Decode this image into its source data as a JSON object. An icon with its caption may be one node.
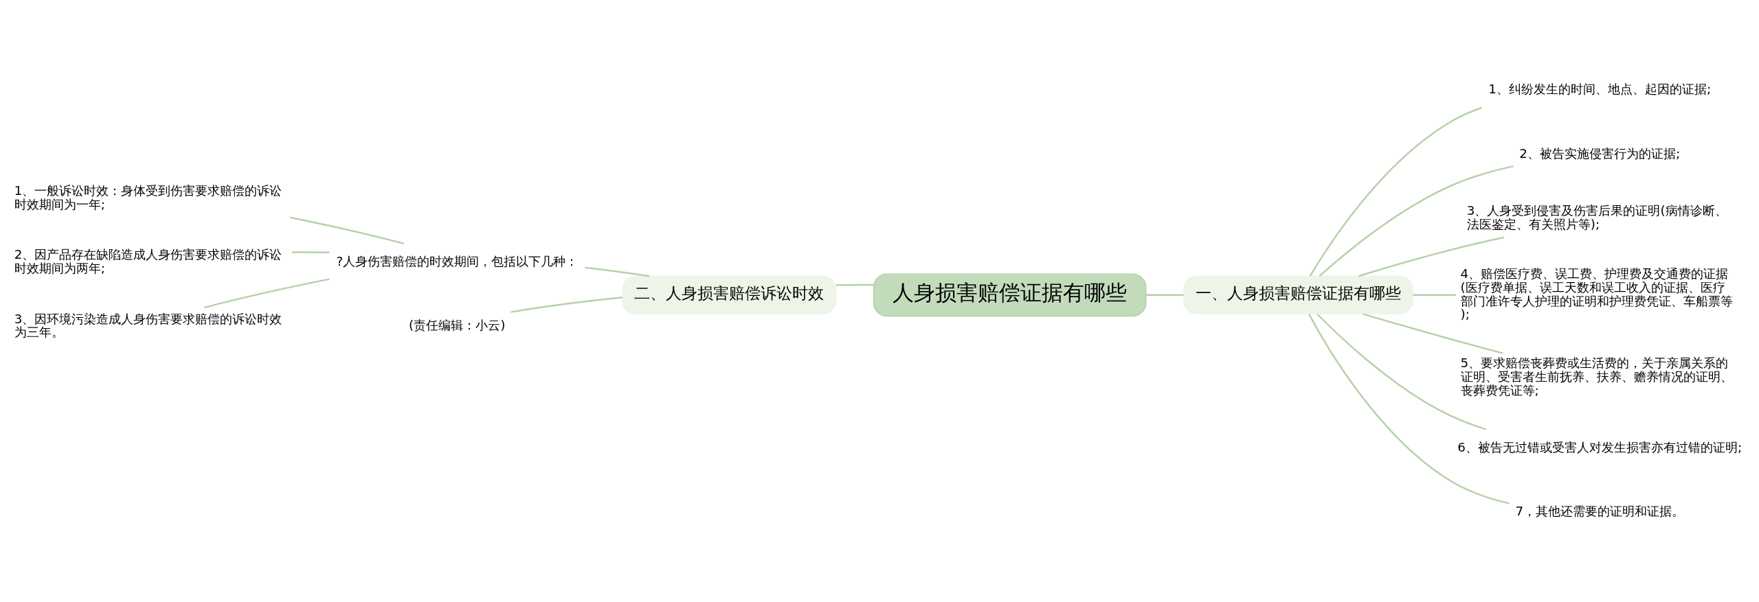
{
  "diagram": {
    "nodes": [
      {
        "text": [
          "人身损害赔偿证据有哪些"
        ]
      },
      {
        "text": [
          "一、人身损害赔偿证据有哪些"
        ]
      },
      {
        "text": [
          "1、纠纷发生的时间、地点、起因的证据;"
        ]
      },
      {
        "text": [
          "2、被告实施侵害行为的证据;"
        ]
      },
      {
        "text": [
          "3、人身受到侵害及伤害后果的证明(病情诊断、法医鉴定、有关照片等);"
        ]
      },
      {
        "text": [
          "4、赔偿医疗费、误工费、护理费及交通费的证据(医疗费单据、误工天数和误工收入的证据、医疗部门准许专人护理的证明和护理费凭证、车船票等);"
        ]
      },
      {
        "text": [
          "5、要求赔偿丧葬费或生活费的，关于亲属关系的证明、受害者生前抚养、扶养、赡养情况的证明、丧葬费凭证等;"
        ]
      },
      {
        "text": [
          "6、被告无过错或受害人对发生损害亦有过错的证明;"
        ]
      },
      {
        "text": [
          "7，其他还需要的证明和证据。"
        ]
      },
      {
        "text": [
          "二、人身损害赔偿诉讼时效"
        ]
      },
      {
        "text": [
          "?人身伤害赔偿的时效期间，包括以下几种："
        ]
      },
      {
        "text": [
          "1、一般诉讼时效：身体受到伤害要求赔偿的诉讼时效期间为一年;"
        ]
      },
      {
        "text": [
          "2、因产品存在缺陷造成人身伤害要求赔偿的诉讼时效期间为两年;"
        ]
      },
      {
        "text": [
          "3、因环境污染造成人身伤害要求赔偿的诉讼时效为三年。"
        ]
      },
      {
        "text": [
          "(责任编辑：小云)"
        ]
      }
    ],
    "edges": [
      {
        "from": 0,
        "to": 1,
        "arrow": "none"
      },
      {
        "from": 1,
        "to": 2,
        "arrow": "none"
      },
      {
        "from": 1,
        "to": 3,
        "arrow": "none"
      },
      {
        "from": 1,
        "to": 4,
        "arrow": "none"
      },
      {
        "from": 1,
        "to": 5,
        "arrow": "none"
      },
      {
        "from": 1,
        "to": 6,
        "arrow": "none"
      },
      {
        "from": 1,
        "to": 7,
        "arrow": "none"
      },
      {
        "from": 1,
        "to": 8,
        "arrow": "none"
      },
      {
        "from": 0,
        "to": 9,
        "arrow": "none"
      },
      {
        "from": 9,
        "to": 10,
        "arrow": "none"
      },
      {
        "from": 10,
        "to": 11,
        "arrow": "none"
      },
      {
        "from": 10,
        "to": 12,
        "arrow": "none"
      },
      {
        "from": 10,
        "to": 13,
        "arrow": "none"
      },
      {
        "from": 9,
        "to": 14,
        "arrow": "none"
      }
    ]
  }
}
